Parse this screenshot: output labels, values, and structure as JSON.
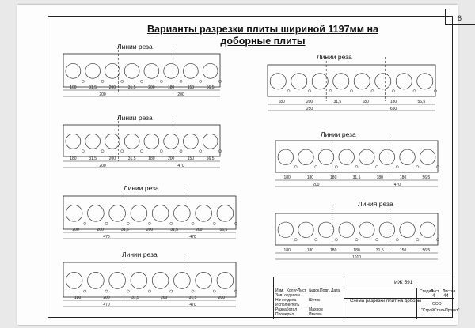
{
  "page_number": "6",
  "title": "Варианты  разрезки плиты шириной 1197мм на доборные плиты",
  "cut_label": "Линии реза",
  "cut_label_alt": "Линия реза",
  "drawings": [
    {
      "id": "A",
      "cores": 8,
      "dims": [
        "100",
        "31,5",
        "200",
        "31,5",
        "200",
        "180",
        "150",
        "56,5"
      ],
      "overall": [
        "200",
        "200"
      ]
    },
    {
      "id": "B",
      "cores": 8,
      "dims": [
        "180",
        "200",
        "31,5",
        "180",
        "180",
        "56,5"
      ],
      "overall": [
        "250",
        "650"
      ]
    },
    {
      "id": "C",
      "cores": 8,
      "dims": [
        "180",
        "31,5",
        "200",
        "31,5",
        "180",
        "200",
        "150",
        "56,5"
      ],
      "overall": [
        "200",
        "470"
      ]
    },
    {
      "id": "D",
      "cores": 8,
      "dims": [
        "180",
        "180",
        "180",
        "31,5",
        "180",
        "180",
        "56,5"
      ],
      "overall": [
        "200",
        "470"
      ]
    },
    {
      "id": "E",
      "cores": 8,
      "dims": [
        "200",
        "200",
        "31,5",
        "200",
        "31,5",
        "200",
        "56,5"
      ],
      "overall": [
        "470",
        "470"
      ]
    },
    {
      "id": "F",
      "cores": 8,
      "dims": [
        "180",
        "180",
        "180",
        "180",
        "31,5",
        "150",
        "56,5"
      ],
      "overall": [
        "1010"
      ]
    },
    {
      "id": "G",
      "cores": 8,
      "dims": [
        "180",
        "200",
        "31,5",
        "200",
        "31,5",
        "200"
      ],
      "overall": [
        "470",
        "470"
      ]
    }
  ],
  "stamp": {
    "doc_code": "ИЖ 591",
    "description": "Схема разрезки плит на доборы",
    "stage_header": "Стадия",
    "sheet_header": "Лист",
    "sheets_header": "Листов",
    "sheet": "4",
    "sheets": "44",
    "company_line1": "ООО",
    "company_line2": "\"СтройСтальПроект\"",
    "cols": [
      "Изм.",
      "Кол.уч",
      "Лист",
      "№док.",
      "Подп.",
      "Дата"
    ],
    "roles": [
      "Зав. отделом",
      "Нач.отдела",
      "Исполнитель",
      "Разработал",
      "Проверил"
    ],
    "names": [
      "",
      "Шутяк",
      "",
      "Махров",
      "Ивкова"
    ]
  }
}
